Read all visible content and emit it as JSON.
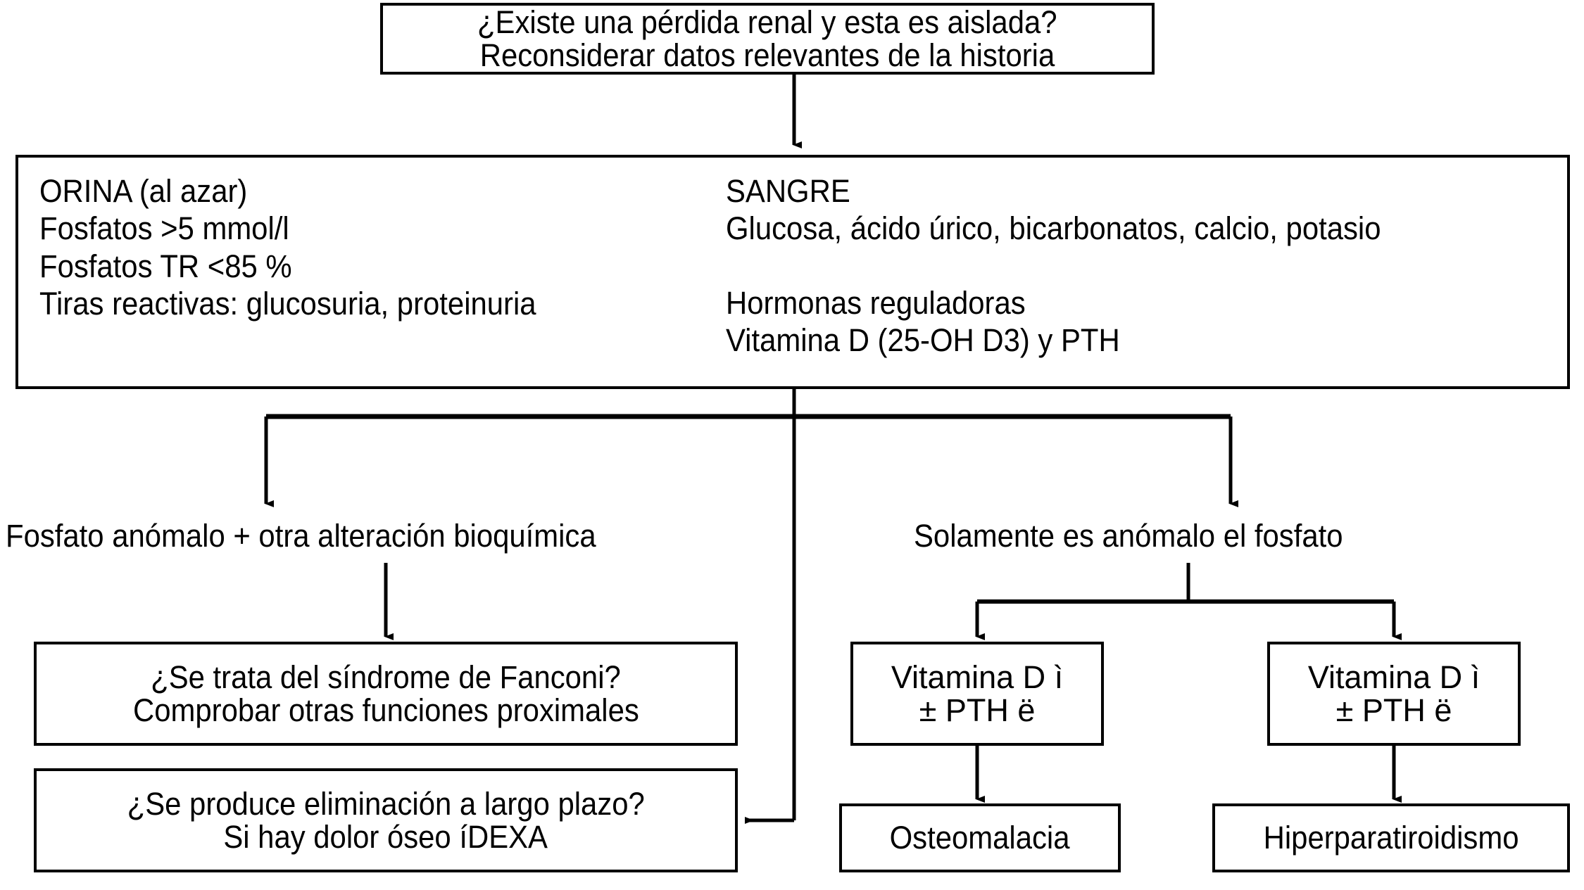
{
  "diagram": {
    "title": "Algoritmo diagnostico de perdida renal de fosfato",
    "language": "es",
    "stroke_color": "#000000",
    "background_color": "#ffffff",
    "nodes": {
      "top": {
        "lines": [
          "¿Existe una pérdida renal y esta es aislada?",
          "Reconsiderar datos relevantes de la historia"
        ]
      },
      "labs": {
        "urine": {
          "heading": "ORINA (al azar)",
          "lines": [
            "Fosfatos >5 mmol/l",
            "Fosfatos TR <85 %",
            "Tiras reactivas: glucosuria, proteinuria"
          ]
        },
        "blood": {
          "heading": "SANGRE",
          "lines": [
            "Glucosa, ácido úrico, bicarbonatos, calcio, potasio"
          ],
          "hormones_heading": "Hormonas reguladoras",
          "hormones_lines": [
            "Vitamina D (25-OH D3) y PTH"
          ]
        }
      },
      "branch_left_label": "Fosfato anómalo + otra alteración bioquímica",
      "branch_right_label": "Solamente es anómalo el fosfato",
      "fanconi": {
        "lines": [
          "¿Se trata del síndrome de Fanconi?",
          "Comprobar otras funciones proximales"
        ]
      },
      "dexa": {
        "lines": [
          "¿Se produce eliminación a largo plazo?",
          "Si hay dolor óseo íDEXA"
        ]
      },
      "vitd_left": {
        "lines": [
          "Vitamina D ì",
          "± PTH ë"
        ]
      },
      "vitd_right": {
        "lines": [
          "Vitamina D ì",
          "± PTH ë"
        ]
      },
      "osteomalacia": {
        "label": "Osteomalacia"
      },
      "hiperparatiroidismo": {
        "label": "Hiperparatiroidismo"
      }
    }
  }
}
